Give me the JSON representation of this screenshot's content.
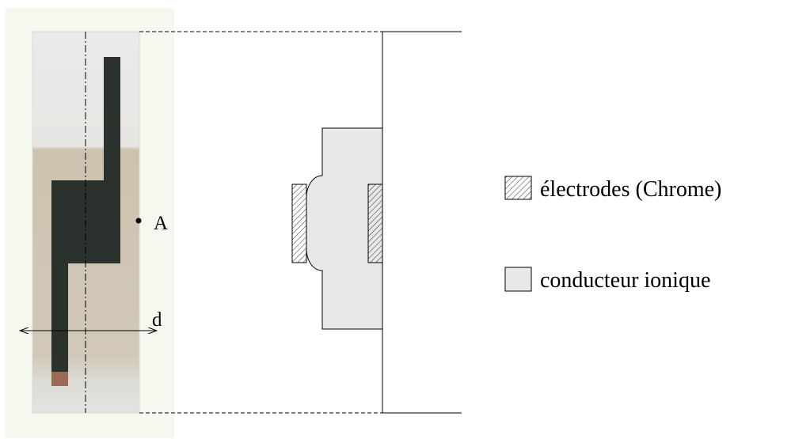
{
  "figure": {
    "point_label": "A",
    "distance_label": "d",
    "legend": [
      {
        "label": "électrodes (Chrome)",
        "swatch": "hatched",
        "color": "#ffffff"
      },
      {
        "label": "conducteur ionique",
        "swatch": "solid",
        "color": "#e8e8e8"
      }
    ]
  },
  "colors": {
    "photo_background": "#f4f8ee",
    "glass_top": "#e9eaea",
    "glass_bottom": "#cfc4b2",
    "electrode_dark": "#2b312c",
    "ionic_fill": "#e8e8e8",
    "copper_tip": "#9a6b52"
  }
}
